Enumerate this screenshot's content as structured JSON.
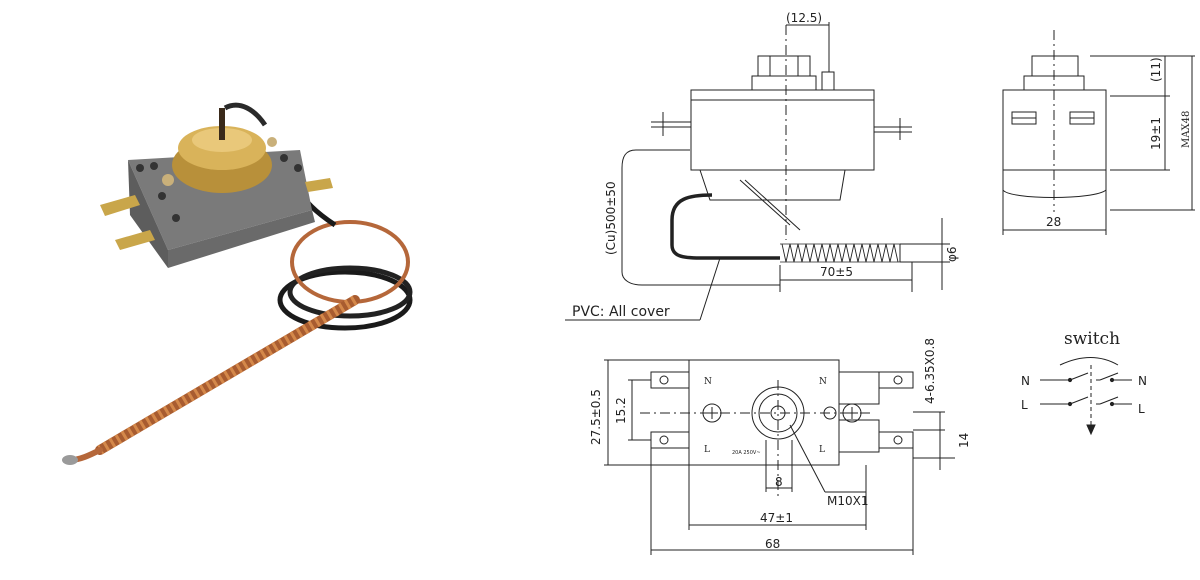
{
  "dims": {
    "d12_5": "(12.5)",
    "cu500": "(Cu)500±50",
    "phi6": "φ6",
    "d70": "70±5",
    "pvc": "PVC: All cover",
    "d11": "(11)",
    "d19": "19±1",
    "max48": "MAX48",
    "d28": "28",
    "d4terms": "4-6.35X0.8",
    "d27": "27.5±0.5",
    "d15": "15.2",
    "d14": "14",
    "d8": "8",
    "m10": "M10X1",
    "d47": "47±1",
    "d68": "68"
  },
  "body_marks": {
    "n_left": "N",
    "n_right": "N",
    "l_left": "L",
    "l_right": "L",
    "rating": "20A 250V~"
  },
  "switch": {
    "title": "switch",
    "n_left": "N",
    "n_right": "N",
    "l_left": "L",
    "l_right": "L"
  }
}
